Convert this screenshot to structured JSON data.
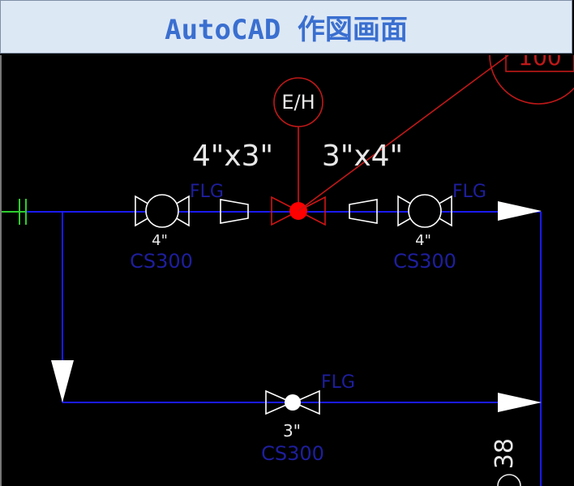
{
  "title": "AutoCAD 作図画面",
  "labels": {
    "eh": "E/H",
    "size_left": "4\"x3\"",
    "size_right": "3\"x4\"",
    "flg_left": "FLG",
    "flg_right": "FLG",
    "flg_bottom": "FLG",
    "size_valve_left": "4\"",
    "spec_valve_left": "CS300",
    "size_valve_right": "4\"",
    "spec_valve_right": "CS300",
    "size_valve_bottom": "3\"",
    "spec_valve_bottom": "CS300",
    "tag_top_right": "100",
    "tag_right_edge": "38"
  },
  "colors": {
    "pipe": "#1a1aff",
    "label_blue": "#1e1e9e",
    "valve": "#ffffff",
    "control_valve": "#d21414",
    "control_dot": "#ff0000",
    "flange": "#2ecc2e",
    "bubble": "#c01818",
    "title_text": "#3a6fd0"
  }
}
